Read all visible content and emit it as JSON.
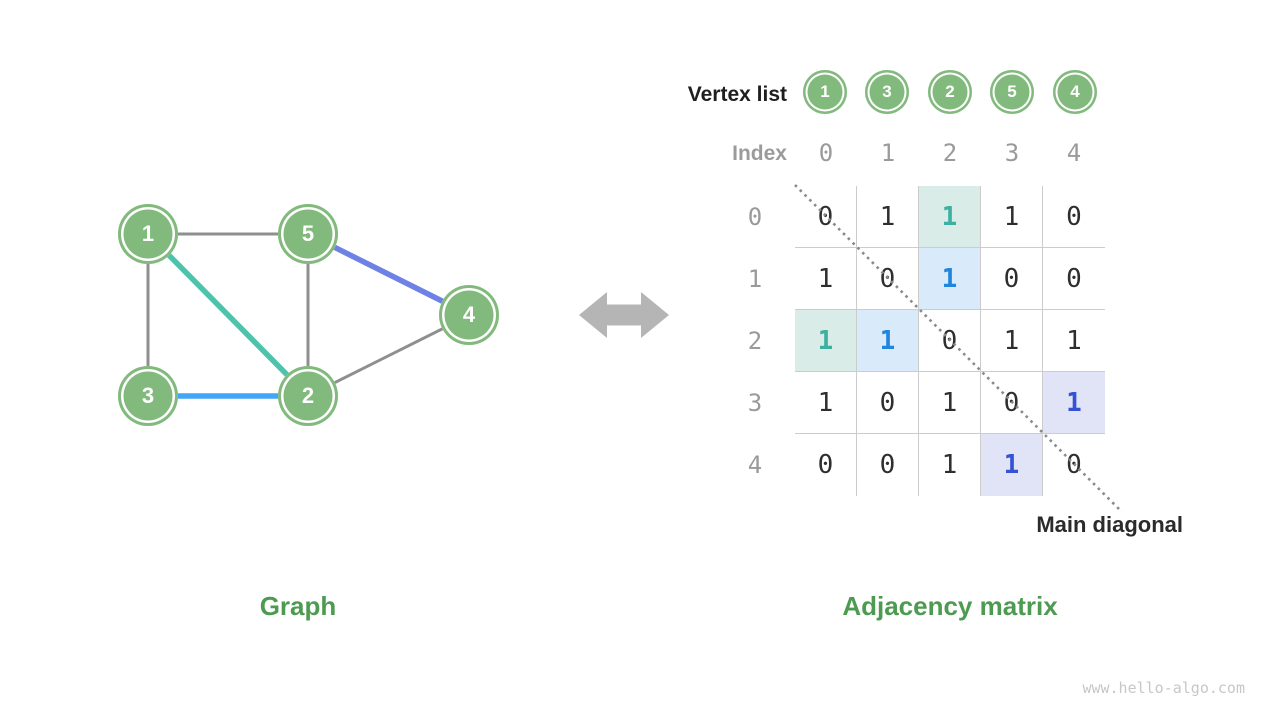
{
  "graph": {
    "caption": "Graph",
    "nodes": [
      {
        "label": "1"
      },
      {
        "label": "5"
      },
      {
        "label": "4"
      },
      {
        "label": "3"
      },
      {
        "label": "2"
      }
    ],
    "edges": [
      {
        "from": "1",
        "to": "5",
        "color": "gray"
      },
      {
        "from": "1",
        "to": "3",
        "color": "gray"
      },
      {
        "from": "5",
        "to": "2",
        "color": "gray"
      },
      {
        "from": "2",
        "to": "4",
        "color": "gray"
      },
      {
        "from": "1",
        "to": "2",
        "color": "teal"
      },
      {
        "from": "3",
        "to": "2",
        "color": "blue"
      },
      {
        "from": "5",
        "to": "4",
        "color": "indigo"
      }
    ]
  },
  "vertex_list": {
    "label": "Vertex list",
    "items": [
      "1",
      "3",
      "2",
      "5",
      "4"
    ]
  },
  "index_row": {
    "label": "Index",
    "values": [
      "0",
      "1",
      "2",
      "3",
      "4"
    ]
  },
  "matrix": {
    "caption": "Adjacency matrix",
    "row_indices": [
      "0",
      "1",
      "2",
      "3",
      "4"
    ],
    "values": [
      [
        0,
        1,
        1,
        1,
        0
      ],
      [
        1,
        0,
        1,
        0,
        0
      ],
      [
        1,
        1,
        0,
        1,
        1
      ],
      [
        1,
        0,
        1,
        0,
        1
      ],
      [
        0,
        0,
        1,
        1,
        0
      ]
    ],
    "highlights": [
      {
        "row": 0,
        "col": 2,
        "color": "teal"
      },
      {
        "row": 1,
        "col": 2,
        "color": "blue"
      },
      {
        "row": 2,
        "col": 0,
        "color": "teal"
      },
      {
        "row": 2,
        "col": 1,
        "color": "blue"
      },
      {
        "row": 3,
        "col": 4,
        "color": "indigo"
      },
      {
        "row": 4,
        "col": 3,
        "color": "indigo"
      }
    ],
    "main_diagonal_label": "Main diagonal"
  },
  "watermark": "www.hello-algo.com",
  "colors": {
    "node_green": "#82ba7d",
    "edge_gray": "#8f8f8f",
    "edge_teal": "#4dc3ae",
    "edge_blue": "#42a5f5",
    "edge_indigo": "#6d82e4",
    "arrow_gray": "#b5b5b5",
    "diagonal_dots": "#8a8a8a",
    "highlight_teal_text": "#3cb0a1",
    "highlight_teal_bg": "#d9ece8",
    "highlight_blue_text": "#1f85dd",
    "highlight_blue_bg": "#d9eafb",
    "highlight_indigo_text": "#3552d2",
    "highlight_indigo_bg": "#e1e4f7",
    "caption_green": "#4c9b50"
  }
}
